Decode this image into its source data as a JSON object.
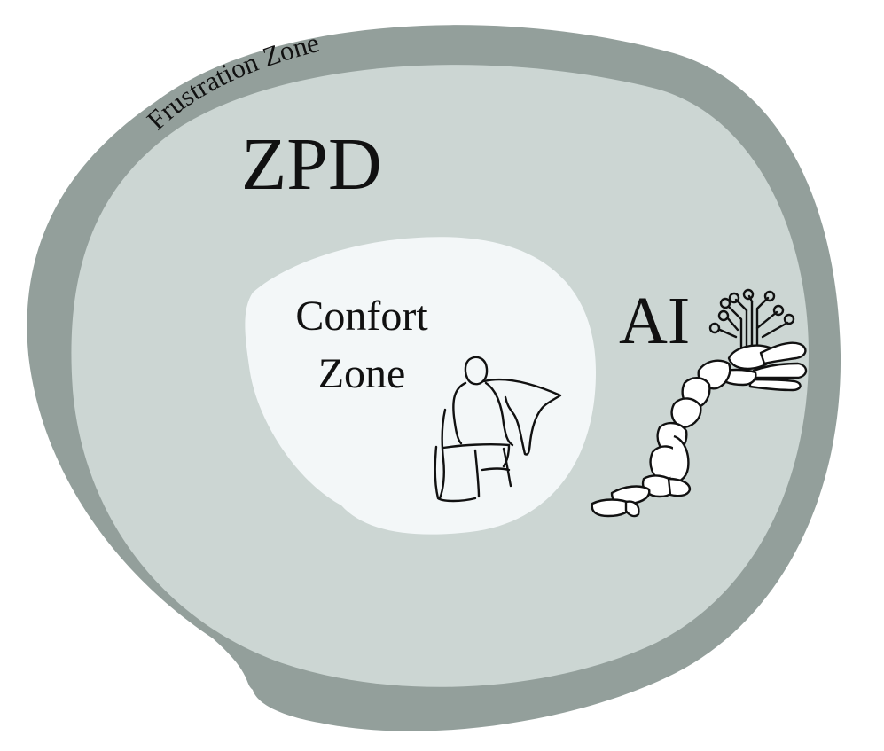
{
  "colors": {
    "frustration_zone": "#939f9b",
    "zpd": "#ccd6d3",
    "comfort_zone": "#f3f7f8",
    "ink": "#111111"
  },
  "labels": {
    "frustration_zone": "Frustration Zone",
    "zpd": "ZPD",
    "comfort_zone_line1": "Confort",
    "comfort_zone_line2": "Zone",
    "ai": "AI"
  },
  "icons": {
    "person": "person-in-chair-with-blanket-icon",
    "robot": "robot-arm-with-circuit-tree-icon"
  }
}
